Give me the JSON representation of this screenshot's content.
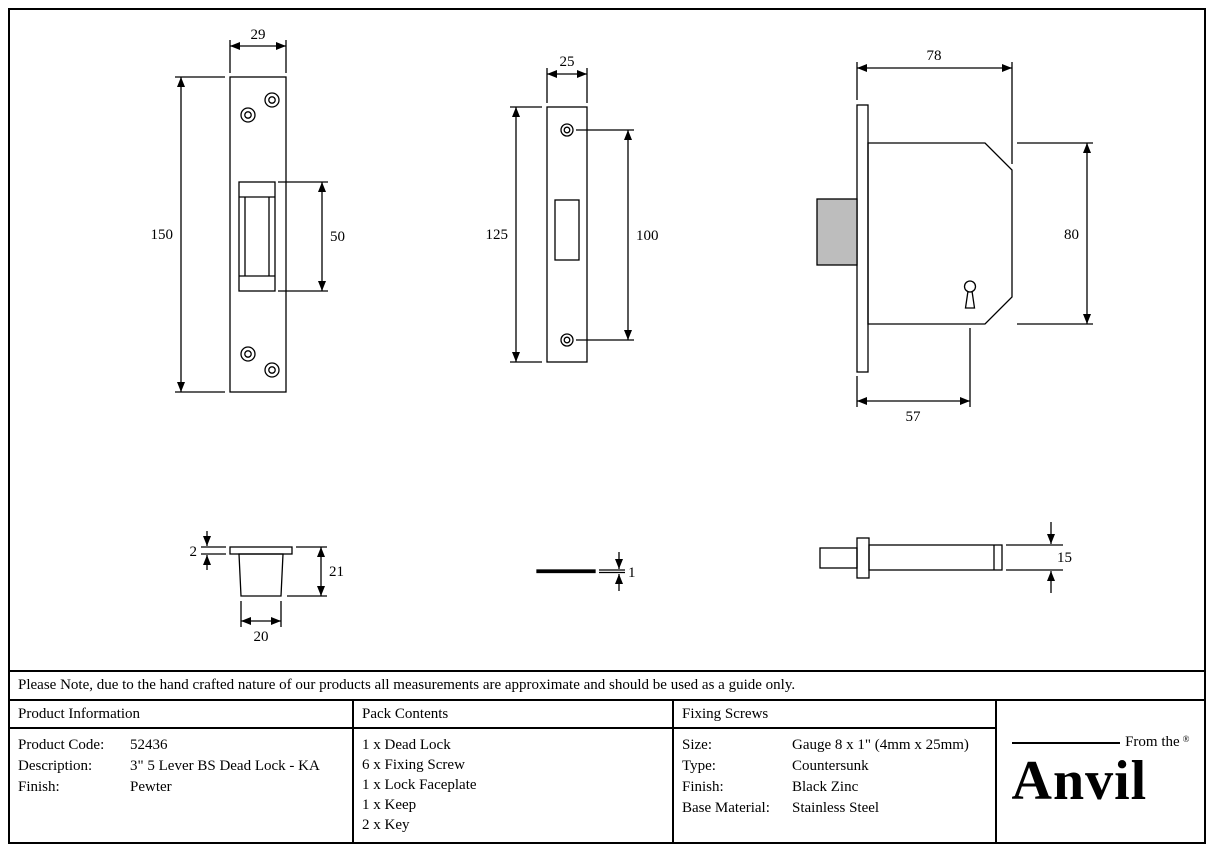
{
  "note": "Please Note, due to the hand crafted nature of our products all measurements are approximate and should be used as a guide only.",
  "colors": {
    "line": "#000000",
    "bolt_fill": "#bdbdbd"
  },
  "drawings": {
    "keep_front": {
      "width": "29",
      "height": "150",
      "cutout": "50"
    },
    "faceplate_front": {
      "width": "25",
      "height": "125",
      "hole_spacing": "100"
    },
    "lock_body": {
      "depth": "78",
      "height": "80",
      "backset": "57"
    },
    "keep_profile": {
      "thickness": "2",
      "height": "21",
      "width": "20"
    },
    "faceplate_side": {
      "thickness": "1"
    },
    "bolt_side": {
      "height": "15"
    }
  },
  "table": {
    "product_info": {
      "header": "Product Information",
      "rows": [
        {
          "label": "Product Code:",
          "value": "52436"
        },
        {
          "label": "Description:",
          "value": "3\" 5 Lever BS Dead Lock - KA"
        },
        {
          "label": "Finish:",
          "value": "Pewter"
        }
      ]
    },
    "pack_contents": {
      "header": "Pack Contents",
      "items": [
        "1 x Dead Lock",
        "6 x Fixing Screw",
        "1 x Lock Faceplate",
        "1 x Keep",
        "2 x Key"
      ]
    },
    "fixing_screws": {
      "header": "Fixing Screws",
      "rows": [
        {
          "label": "Size:",
          "value": "Gauge 8 x 1\" (4mm x 25mm)"
        },
        {
          "label": "Type:",
          "value": "Countersunk"
        },
        {
          "label": "Finish:",
          "value": "Black Zinc"
        },
        {
          "label": "Base Material:",
          "value": "Stainless Steel"
        }
      ]
    }
  },
  "logo": {
    "tagline": "From the",
    "name": "Anvil",
    "registered": "®"
  }
}
